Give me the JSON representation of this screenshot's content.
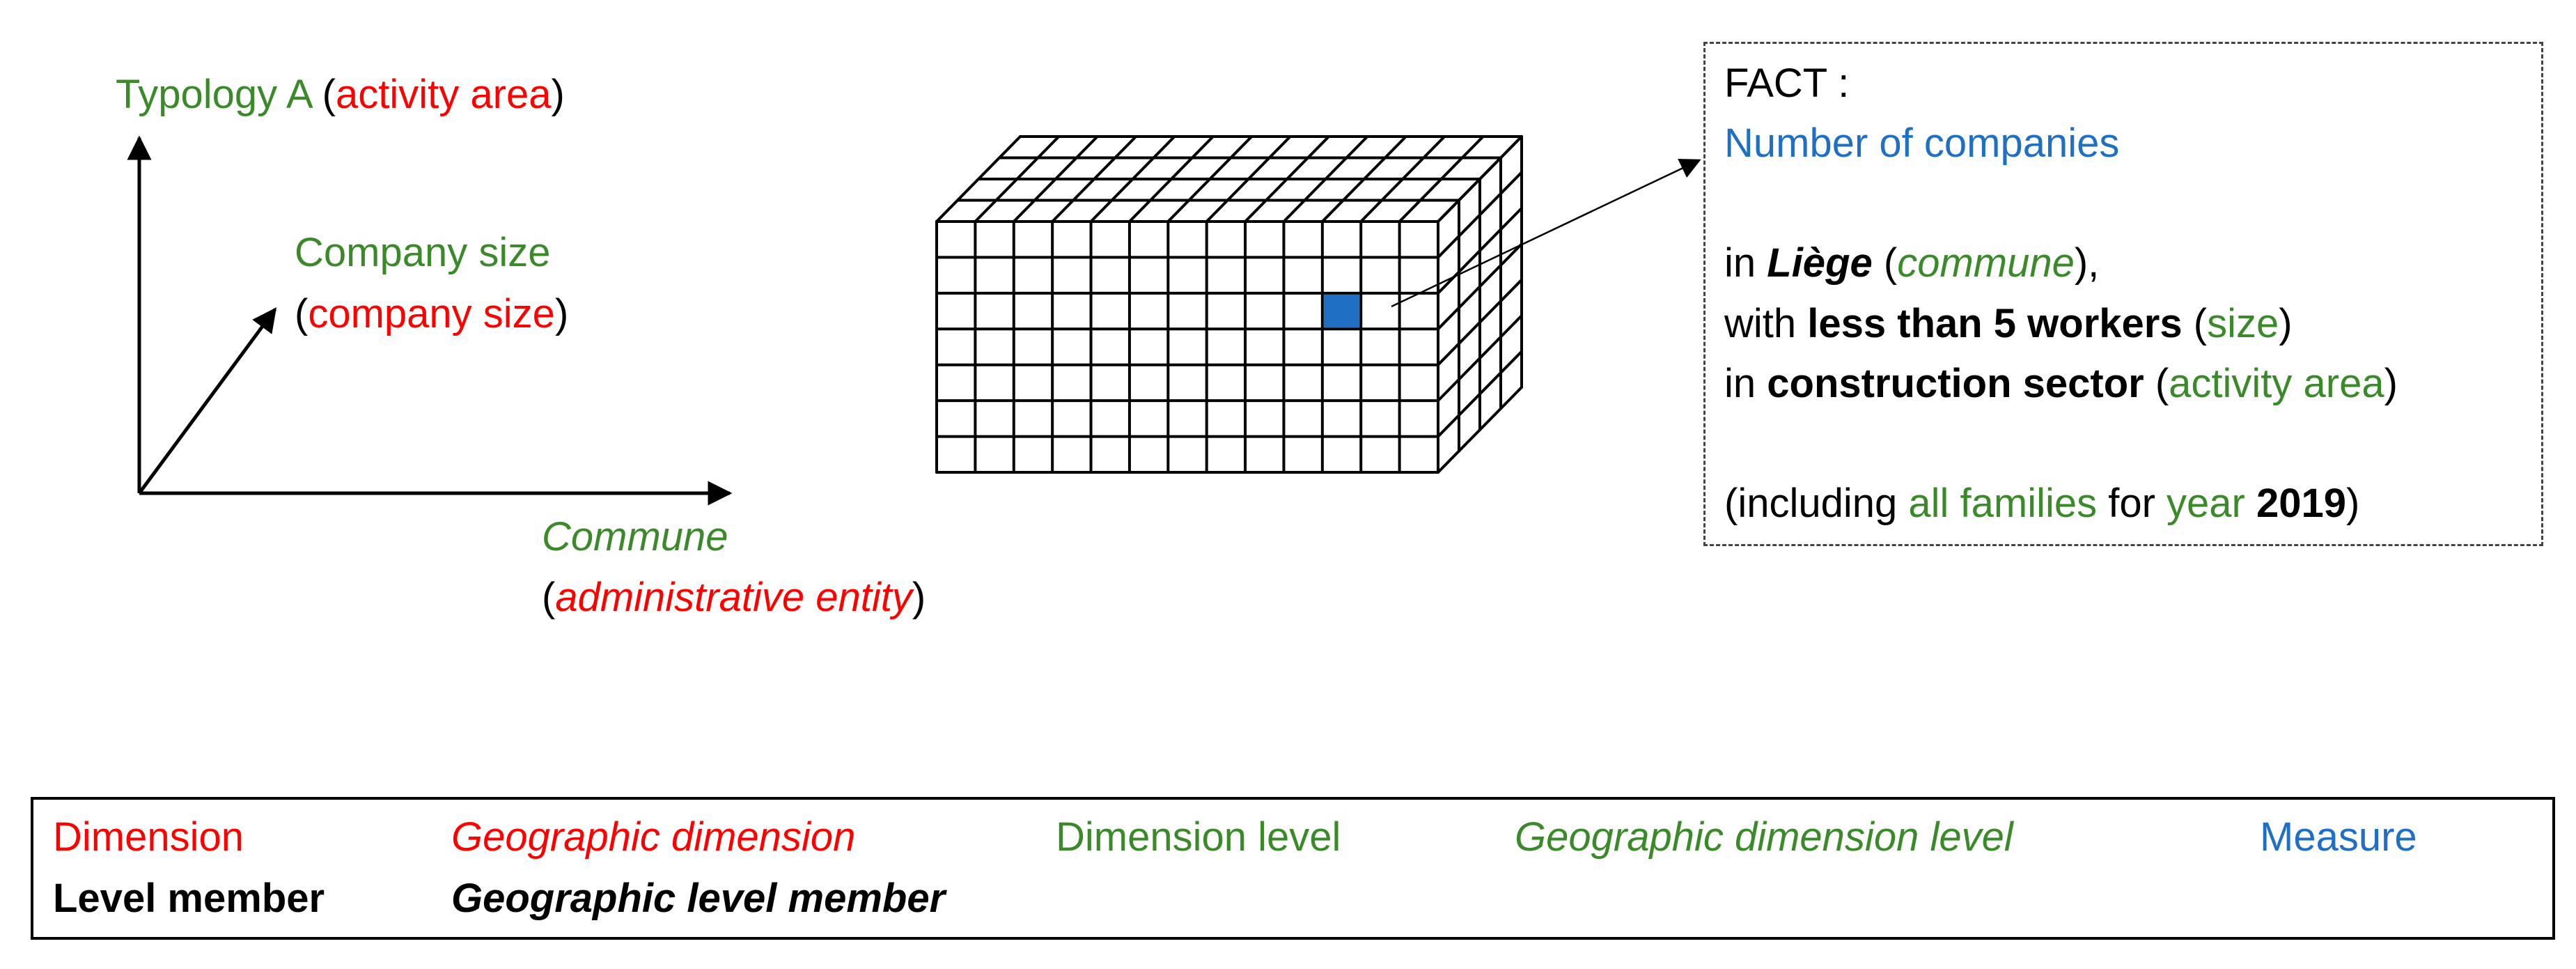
{
  "axes": {
    "vertical": {
      "level": "Typology A",
      "dimension": "activity area"
    },
    "diagonal": {
      "level": "Company size",
      "dimension": "company size"
    },
    "horizontal": {
      "level": "Commune",
      "dimension": "administrative entity"
    }
  },
  "cube": {
    "highlight_color": "#1f6fc5"
  },
  "fact": {
    "heading": "FACT :",
    "measure": "Number of companies",
    "line1": {
      "prefix": "in ",
      "member": "Liège",
      "level": "commune",
      "suffix": "),"
    },
    "line2": {
      "prefix": "with ",
      "member": "less than 5 workers",
      "level": "size"
    },
    "line3": {
      "prefix": "in ",
      "member": "construction sector",
      "level": "activity area"
    },
    "line4": {
      "prefix": "(including ",
      "level_a": "all families",
      "mid": " for ",
      "level_b": "year",
      "member": "2019",
      "suffix": ")"
    }
  },
  "legend": {
    "dimension": "Dimension",
    "geographic_dimension": "Geographic dimension",
    "dimension_level": "Dimension level",
    "geographic_dimension_level": "Geographic dimension level",
    "measure": "Measure",
    "level_member": "Level member",
    "geographic_level_member": "Geographic level member"
  },
  "colors": {
    "dimension": "#ff0000",
    "level": "#3a8a2a",
    "measure": "#1f6fc5",
    "member": "#000000"
  }
}
